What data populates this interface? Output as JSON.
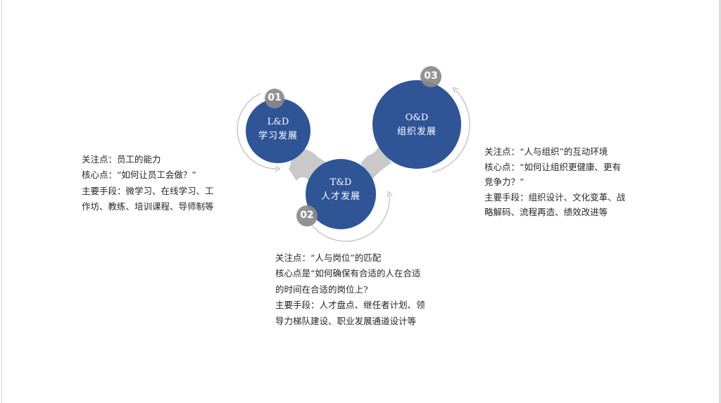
{
  "colors": {
    "circle_fill": "#2f5597",
    "connector_fill": "#c9c9c9",
    "badge_fill": "#8a8a8a",
    "arc_stroke": "#c4c4c4",
    "text": "#262626"
  },
  "nodes": [
    {
      "badge": "01",
      "en": "L&D",
      "zh": "学习发展"
    },
    {
      "badge": "02",
      "en": "T&D",
      "zh": "人才发展"
    },
    {
      "badge": "03",
      "en": "O&D",
      "zh": "组织发展"
    }
  ],
  "blocks": {
    "ld": {
      "lines": [
        "关注点：员工的能力",
        "核心点：“如何让员工会做？”",
        "主要手段：微学习、在线学习、工",
        "作坊、教练、培训课程、导师制等"
      ]
    },
    "td": {
      "lines": [
        "关注点：“人与岗位”的匹配",
        "核心点是“如何确保有合适的人在合适",
        "的时间在合适的岗位上?",
        "主要手段：人才盘点、继任者计划、领",
        "导力梯队建设、职业发展通道设计等"
      ]
    },
    "od": {
      "lines": [
        "关注点：“人与组织”的互动环境",
        "核心点：“如何让组织更健康、更有",
        "竞争力？”",
        "主要手段：组织设计、文化变革、战",
        "略解码、流程再造、绩效改进等"
      ]
    }
  }
}
